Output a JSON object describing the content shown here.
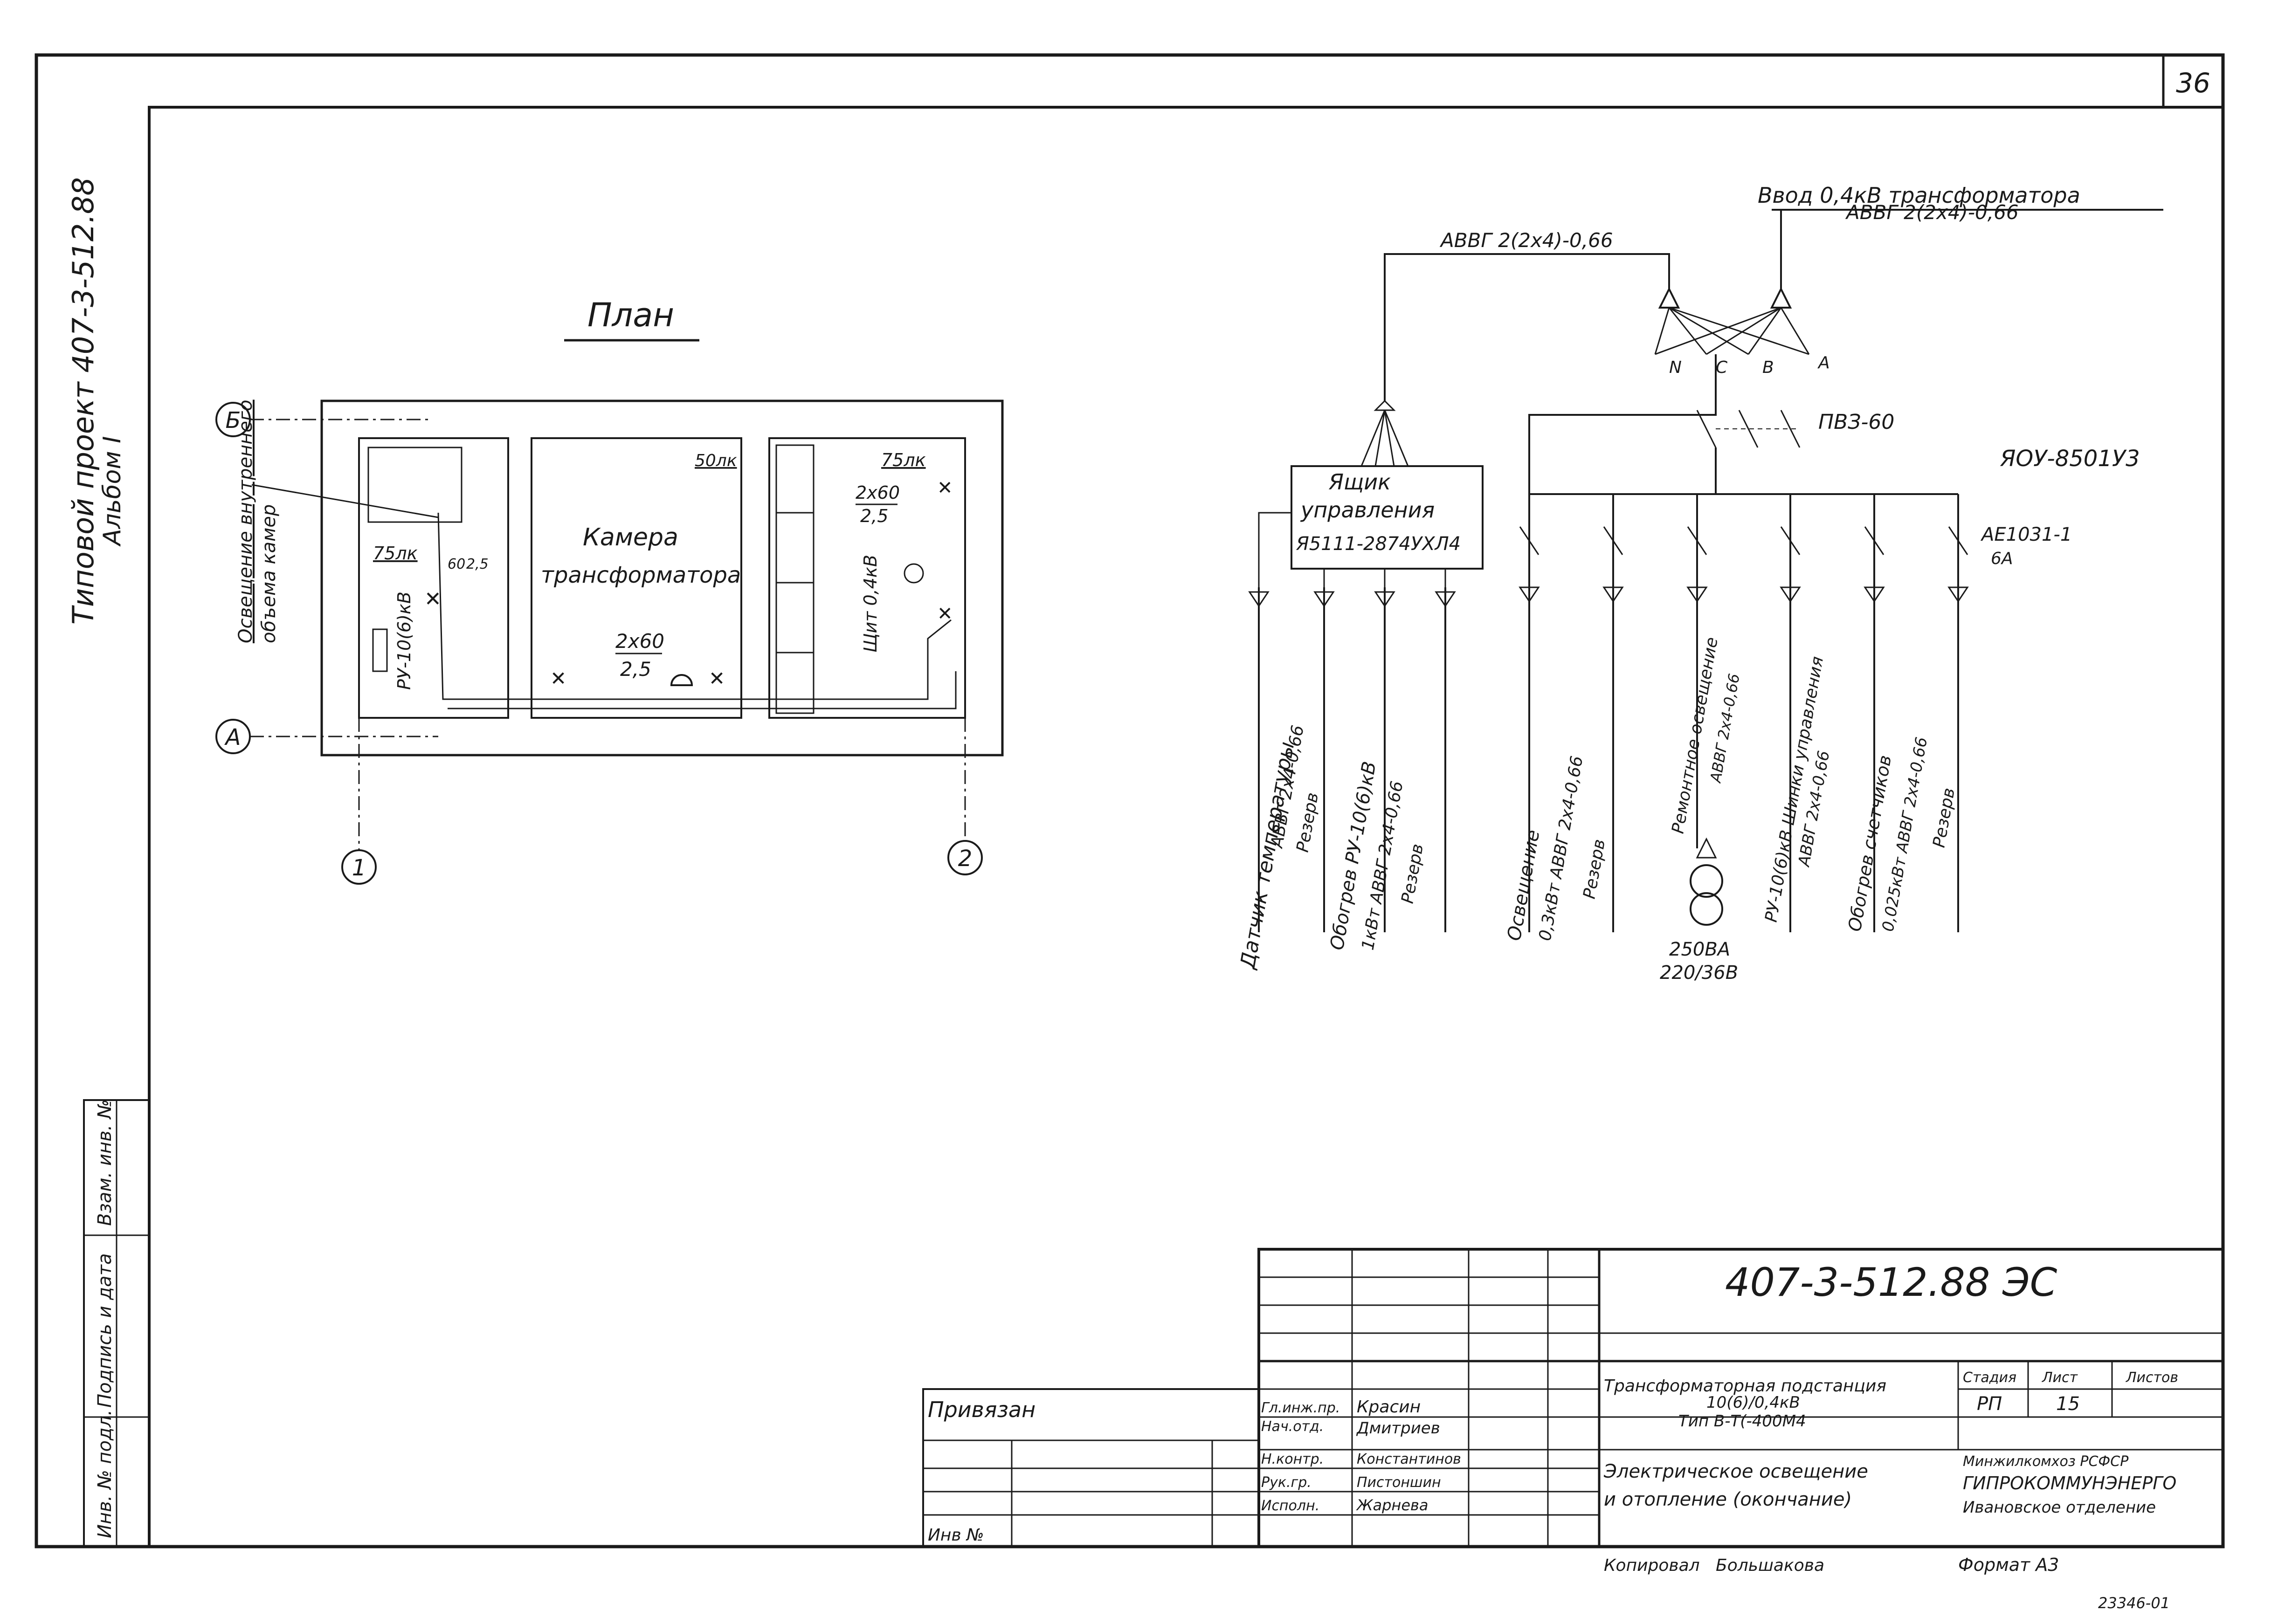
{
  "sheet_number": "36",
  "margin_project": "Типовой проект 407-3-512.88",
  "margin_album": "Альбом I",
  "margin_stamp": [
    "Инв. № подл.",
    "Подпись и дата",
    "Взам. инв. №"
  ],
  "plan": {
    "title": "План",
    "axis_letters": [
      "Б",
      "А"
    ],
    "axis_numbers": [
      "1",
      "2"
    ],
    "left_note_1": "Освещение внутреннего",
    "left_note_2": "объема камер",
    "room_left_lux": "75лк",
    "room_left_device": "РУ-10(6)кВ",
    "room_left_lamp_1": "60",
    "room_left_lamp_2": "2,5",
    "room_center_lux": "50лк",
    "room_center_name_1": "Камера",
    "room_center_name_2": "трансформатора",
    "room_center_lamp_1": "2х60",
    "room_center_lamp_2": "2,5",
    "room_right_lux": "75лк",
    "room_right_lamp_1": "2х60",
    "room_right_lamp_2": "2,5",
    "room_right_panel": "Щит 0,4кВ"
  },
  "schematic": {
    "input_title": "Ввод 0,4кВ трансформатора",
    "input_cable": "АВВГ 2(2х4)-0,66",
    "left_cable": "АВВГ 2(2х4)-0,66",
    "phases": [
      "N",
      "C",
      "B",
      "A"
    ],
    "switch_label": "ПВЗ-60",
    "panel_label": "ЯОУ-8501У3",
    "breaker_label_1": "АЕ1031-1",
    "breaker_label_2": "6А",
    "box_1": "Ящик",
    "box_2": "управления",
    "box_3": "Я5111-2874УХЛ4",
    "feeders": [
      {
        "line1": "Датчик температуры",
        "line2": "АВВГ 2х4-0,66",
        "line3": "Резерв"
      },
      {
        "line1": "Обогрев РУ-10(6)кВ",
        "line2": "1кВт АВВГ 2х4-0,66",
        "line3": "Резерв"
      },
      {
        "line1": "Освещение",
        "line2": "0,3кВт АВВГ 2х4-0,66",
        "line3": "Резерв"
      },
      {
        "line1": "Ремонтное освещение",
        "line2": "АВВГ 2х4-0,66"
      },
      {
        "line1": "РУ-10(6)кВ Шинки управления",
        "line2": "АВВГ 2х4-0,66"
      },
      {
        "line1": "Обогрев счетчиков",
        "line2": "0,025кВт АВВГ 2х4-0,66",
        "line3": "Резерв"
      }
    ],
    "transformer_1": "250ВА",
    "transformer_2": "220/36В"
  },
  "title_block": {
    "doc_code": "407-3-512.88 ЭС",
    "privyazan": "Привязан",
    "inv_no": "Инв №",
    "roles": [
      "Гл.инж.пр.",
      "Нач.отд.",
      "Н.контр.",
      "Рук.гр.",
      "Исполн."
    ],
    "names": [
      "Красин",
      "Дмитриев",
      "Константинов",
      "Пистоншин",
      "Жарнева"
    ],
    "object_1": "Трансформаторная подстанция",
    "object_2": "10(6)/0,4кВ",
    "object_3": "Тип В-Т(-400М4",
    "sheet_1": "Электрическое освещение",
    "sheet_2": "и отопление (окончание)",
    "stage_h": "Стадия",
    "sheet_h": "Лист",
    "sheets_h": "Листов",
    "stage": "РП",
    "sheet": "15",
    "org_1": "Минжилкомхоз РСФСР",
    "org_2": "ГИПРОКОММУНЭНЕРГО",
    "org_3": "Ивановское отделение",
    "copied": "Копировал",
    "copier": "Большакова",
    "format": "Формат А3",
    "stamp_no": "23346-01"
  }
}
